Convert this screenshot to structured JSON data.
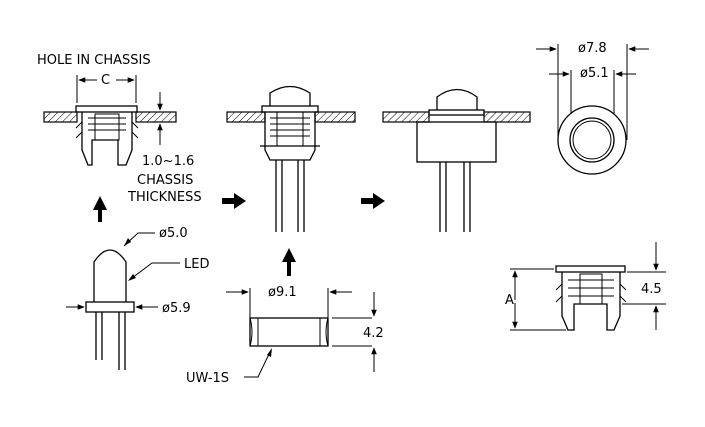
{
  "labels": {
    "hole_in_chassis": "HOLE IN CHASSIS",
    "c": "C",
    "thickness_range": "1.0~1.6",
    "chassis": "CHASSIS",
    "thickness": "THICKNESS",
    "dia_7_8": "ø7.8",
    "dia_5_1": "ø5.1",
    "dia_5_0": "ø5.0",
    "led": "LED",
    "dia_5_9": "ø5.9",
    "dia_9_1": "ø9.1",
    "dim_4_2": "4.2",
    "uw_1s": "UW-1S",
    "dim_a": "A",
    "dim_4_5": "4.5"
  }
}
